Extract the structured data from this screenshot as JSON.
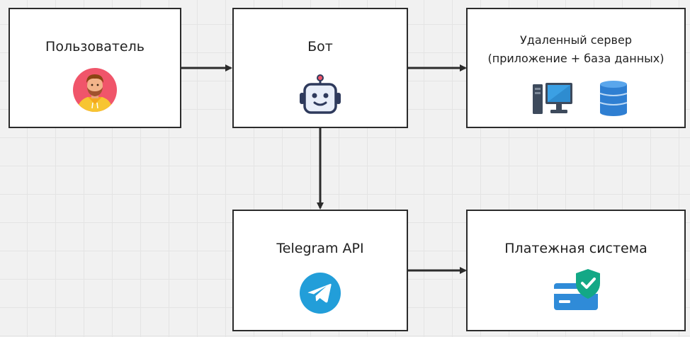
{
  "nodes": {
    "user": {
      "label": "Пользователь"
    },
    "bot": {
      "label": "Бот"
    },
    "server": {
      "label_line1": "Удаленный сервер",
      "label_line2": "(приложение + база данных)"
    },
    "telegram": {
      "label": "Telegram API"
    },
    "payment": {
      "label": "Платежная система"
    }
  },
  "edges": [
    {
      "from": "user",
      "to": "bot"
    },
    {
      "from": "bot",
      "to": "server"
    },
    {
      "from": "bot",
      "to": "telegram"
    },
    {
      "from": "telegram",
      "to": "payment"
    }
  ],
  "icons": {
    "user": "user-avatar-icon",
    "bot": "robot-icon",
    "server_computer": "desktop-computer-icon",
    "server_database": "database-icon",
    "telegram": "telegram-icon",
    "payment": "credit-card-shield-icon"
  },
  "colors": {
    "border": "#2b2b2b",
    "avatar_bg": "#f0556a",
    "hoodie": "#f7c531",
    "robot": "#2e3a5c",
    "monitor_screen": "#3ba0e4",
    "database": "#2f7fd2",
    "telegram": "#229ed9",
    "card": "#2f8bd8",
    "shield": "#13a886"
  }
}
